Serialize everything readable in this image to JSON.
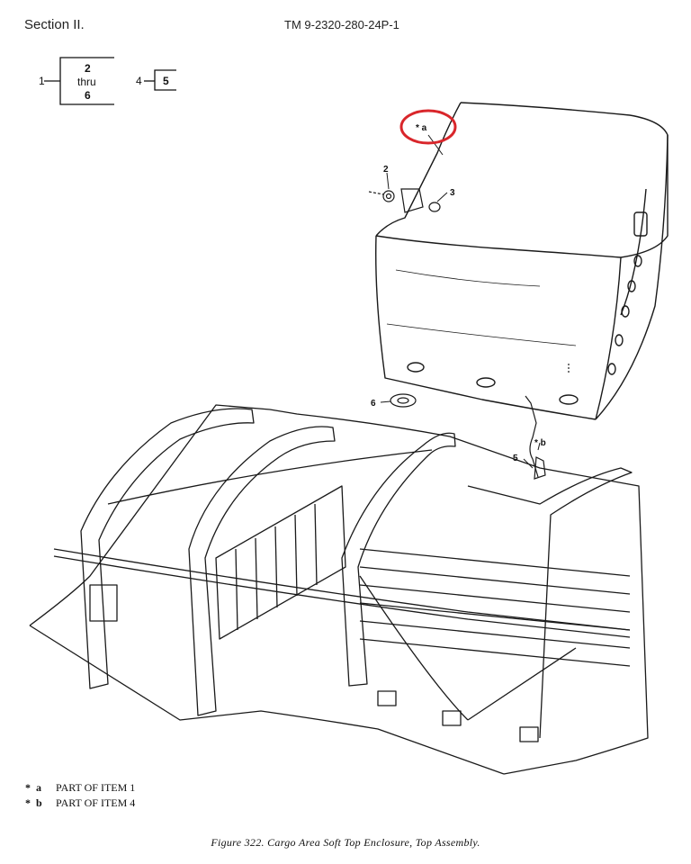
{
  "header": {
    "section": "Section II.",
    "tm_number": "TM 9-2320-280-24P-1"
  },
  "hierarchy": {
    "parent_item": "1",
    "children": [
      "2",
      "thru",
      "6"
    ],
    "sub_parent": "4",
    "sub_child": "5"
  },
  "callouts": {
    "part_2": "2",
    "part_3": "3",
    "part_5": "5",
    "part_6": "6",
    "note_a": "* a",
    "note_b": "* b"
  },
  "notes": [
    {
      "star": "*",
      "letter": "a",
      "text": "PART OF ITEM 1"
    },
    {
      "star": "*",
      "letter": "b",
      "text": "PART OF ITEM 4"
    }
  ],
  "caption": "Figure 322.  Cargo Area Soft Top Enclosure, Top Assembly.",
  "colors": {
    "line": "#1a1a1a",
    "highlight_circle": "#d9262b",
    "background": "#ffffff"
  }
}
